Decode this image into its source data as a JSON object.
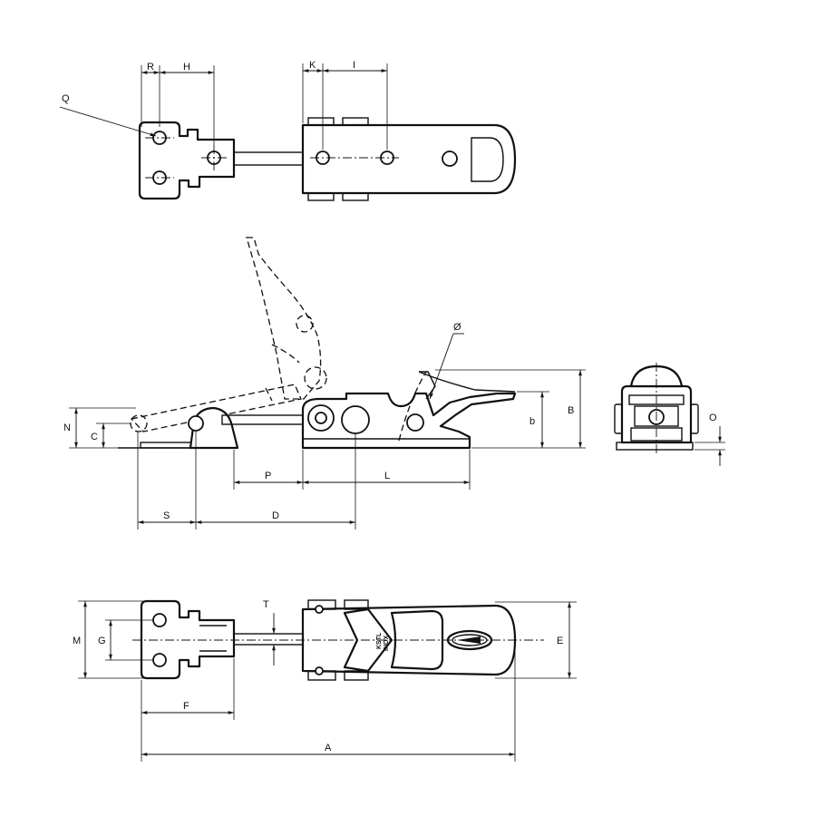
{
  "labels": {
    "R": "R",
    "H": "H",
    "K": "K",
    "I": "I",
    "Q": "Q",
    "N": "N",
    "C": "C",
    "P": "P",
    "L": "L",
    "S": "S",
    "D": "D",
    "dia": "Ø",
    "b": "b",
    "B": "B",
    "O": "O",
    "T": "T",
    "M": "M",
    "G": "G",
    "F": "F",
    "A": "A",
    "E": "E"
  },
  "stamp": {
    "line1": "INOX",
    "line2": "KSTL"
  },
  "colors": {
    "ink": "#111111",
    "paper": "#ffffff"
  }
}
